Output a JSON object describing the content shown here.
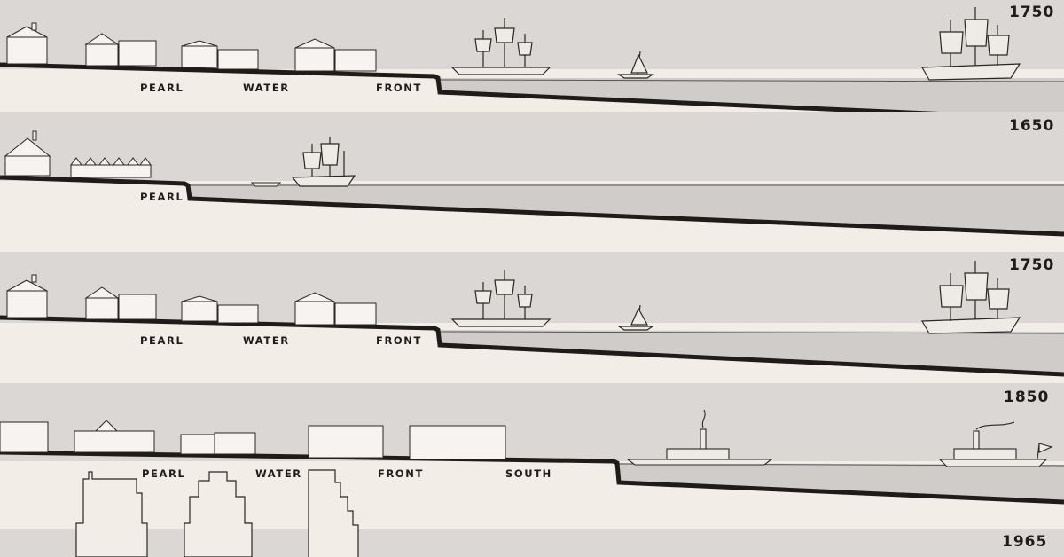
{
  "panels": [
    {
      "year": "1750",
      "streets": [
        "PEARL",
        "WATER",
        "FRONT"
      ]
    },
    {
      "year": "1650",
      "streets": [
        "PEARL"
      ]
    },
    {
      "year": "1750",
      "streets": [
        "PEARL",
        "WATER",
        "FRONT"
      ]
    },
    {
      "year": "1850",
      "streets": [
        "PEARL",
        "WATER",
        "FRONT",
        "SOUTH"
      ]
    },
    {
      "year": "1965",
      "streets": []
    }
  ],
  "colors": {
    "paper": "#f3ede8",
    "sky": "#d9d6d3",
    "water": "#cdcac7",
    "land": "#1e1b19"
  },
  "icons": [
    "building-icon",
    "sailing-ship-icon",
    "sloop-icon",
    "rowboat-icon",
    "steamboat-icon",
    "skyscraper-icon"
  ]
}
